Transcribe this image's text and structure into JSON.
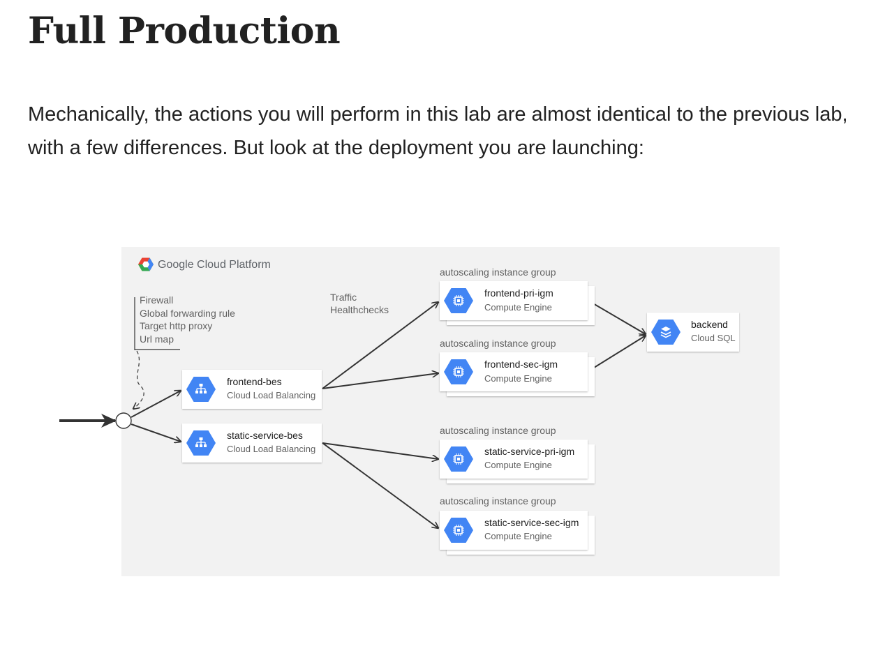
{
  "title": "Full Production",
  "intro": "Mechanically, the actions you will perform in this lab are almost identical to the previous lab, with a few differences. But look at the deployment you are launching:",
  "diagram": {
    "brand": "Google Cloud Platform",
    "edge_labels": {
      "firewall": "Firewall",
      "forwarding_rule": "Global forwarding rule",
      "http_proxy": "Target http proxy",
      "url_map": "Url map",
      "traffic": "Traffic",
      "healthchecks": "Healthchecks"
    },
    "nodes": {
      "frontend_bes": {
        "name": "frontend-bes",
        "service": "Cloud Load Balancing"
      },
      "static_service_bes": {
        "name": "static-service-bes",
        "service": "Cloud Load Balancing"
      },
      "frontend_pri_igm": {
        "group": "autoscaling instance group",
        "name": "frontend-pri-igm",
        "service": "Compute Engine"
      },
      "frontend_sec_igm": {
        "group": "autoscaling instance group",
        "name": "frontend-sec-igm",
        "service": "Compute Engine"
      },
      "static_service_pri_igm": {
        "group": "autoscaling instance group",
        "name": "static-service-pri-igm",
        "service": "Compute Engine"
      },
      "static_service_sec_igm": {
        "group": "autoscaling instance group",
        "name": "static-service-sec-igm",
        "service": "Compute Engine"
      },
      "backend": {
        "name": "backend",
        "service": "Cloud SQL"
      }
    },
    "colors": {
      "panel": "#f2f2f2",
      "hex_icon": "#4285f4",
      "arrow": "#333333"
    }
  }
}
